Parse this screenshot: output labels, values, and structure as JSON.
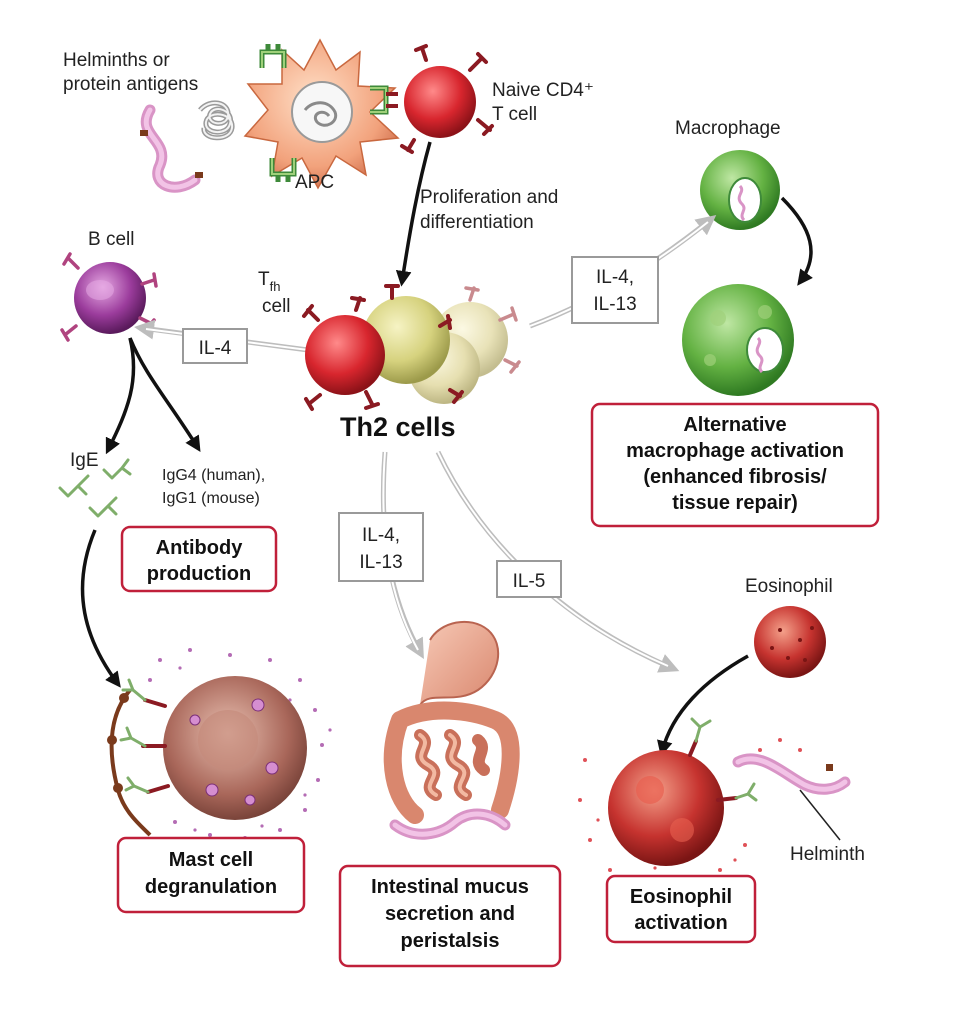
{
  "labels": {
    "helminths": [
      "Helminths or",
      "protein antigens"
    ],
    "apc": "APC",
    "naive": [
      "Naive CD4⁺",
      "T cell"
    ],
    "proliferation": [
      "Proliferation and",
      "differentiation"
    ],
    "macrophage": "Macrophage",
    "b_cell": "B cell",
    "tfh": "T",
    "tfh_sub": "fh",
    "tfh_cell": "cell",
    "th2": "Th2 cells",
    "ige": "IgE",
    "igg": [
      "IgG4 (human),",
      "IgG1 (mouse)"
    ],
    "eosinophil": "Eosinophil",
    "helminth": "Helminth"
  },
  "cytokines": {
    "il4_b": "IL-4",
    "il4_il13_mac": [
      "IL-4,",
      "IL-13"
    ],
    "il4_il13_gut": [
      "IL-4,",
      "IL-13"
    ],
    "il5": "IL-5"
  },
  "outcomes": {
    "macrophage_activation": [
      "Alternative",
      "macrophage activation",
      "(enhanced fibrosis/",
      "tissue repair)"
    ],
    "antibody": [
      "Antibody",
      "production"
    ],
    "mast": [
      "Mast cell",
      "degranulation"
    ],
    "intestinal": [
      "Intestinal mucus",
      "secretion and",
      "peristalsis"
    ],
    "eosinophil_activation": [
      "Eosinophil",
      "activation"
    ]
  },
  "colors": {
    "outcome_border": "#c0203a",
    "cytokine_border": "#9a9a9a",
    "arrow_black": "#111111",
    "arrow_grey": "#bdbdbd",
    "th2_cell": "#d9d98a",
    "t_cell_red": "#d8262e",
    "macrophage_green": "#6cb84a",
    "b_cell_purple": "#9b3c9c",
    "mast_cell": "#a9675a",
    "eosinophil": "#c6332f",
    "helminth_pink": "#e6a6d6"
  }
}
